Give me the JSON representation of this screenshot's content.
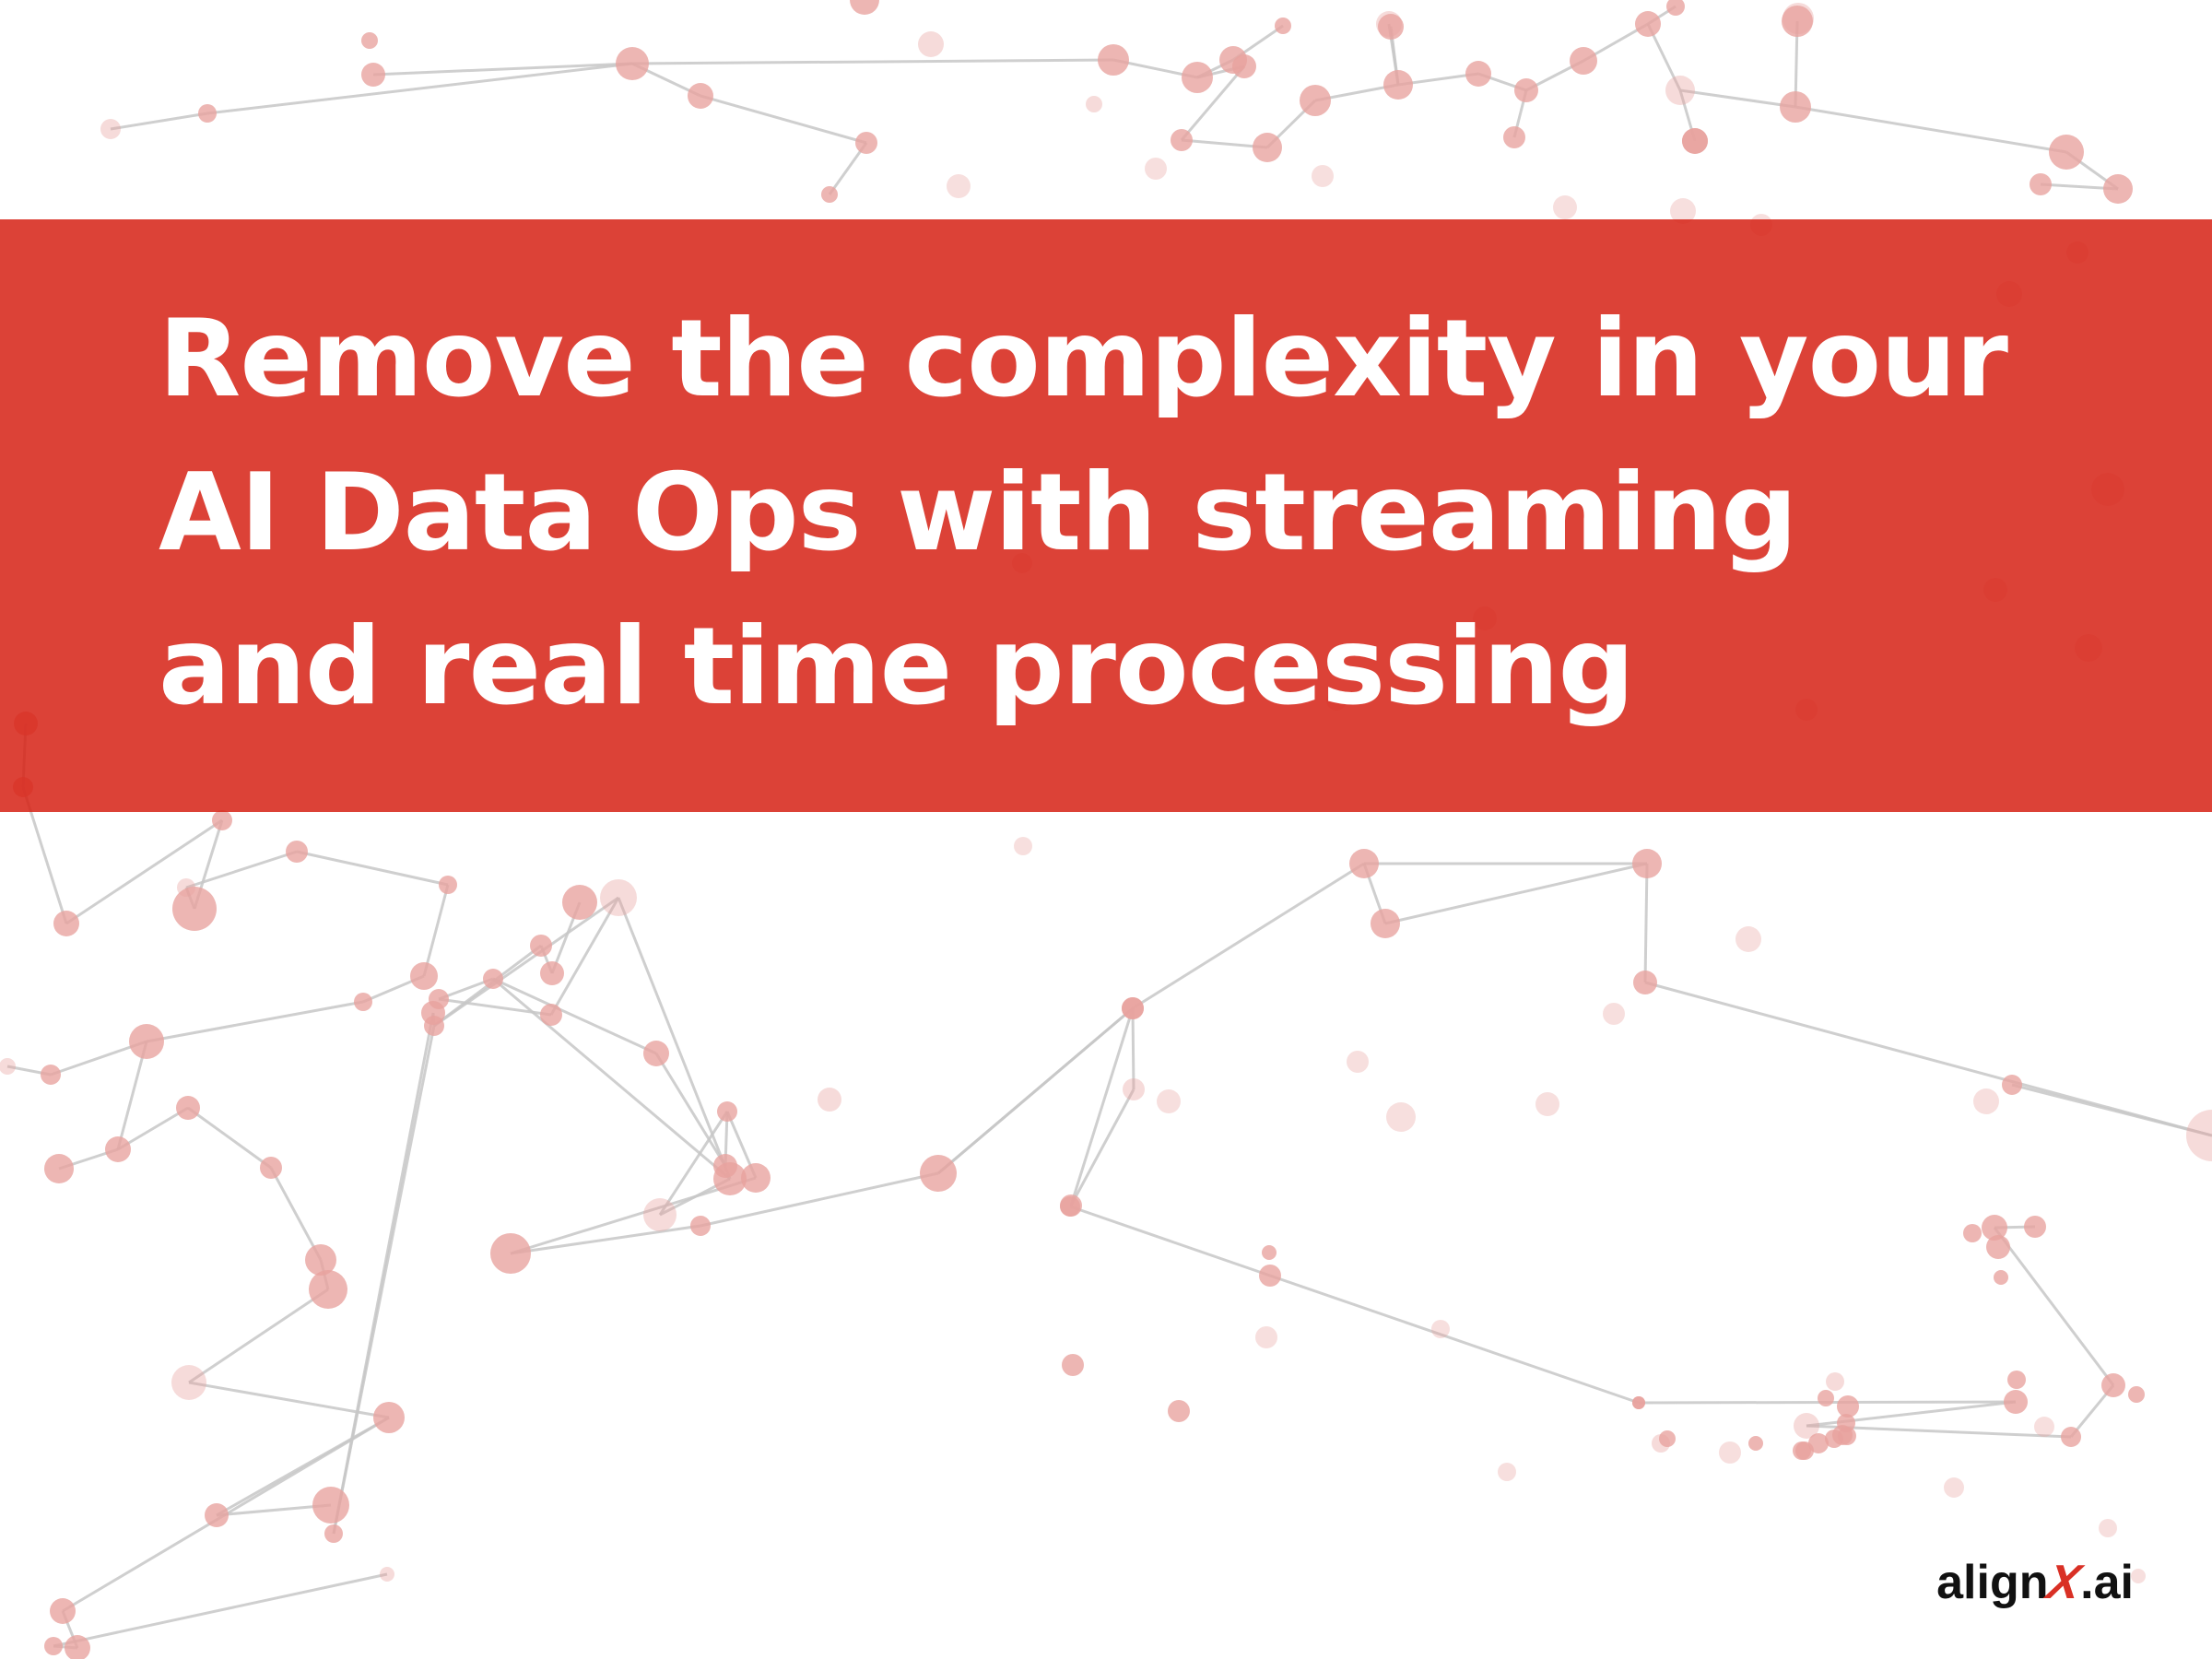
{
  "headline": {
    "line1": "Remove the complexity in your",
    "line2": "AI Data Ops with streaming",
    "line3": "and real time processing"
  },
  "logo": {
    "prefix": "align",
    "mark": "X",
    "suffix": ".ai"
  },
  "colors": {
    "banner": "#d52d22",
    "node": "#e8a19d",
    "edge": "#c7c7c7",
    "text": "#ffffff",
    "logo_text": "#111111",
    "logo_mark": "#d93025"
  },
  "background": {
    "decoration": "network-graph"
  }
}
